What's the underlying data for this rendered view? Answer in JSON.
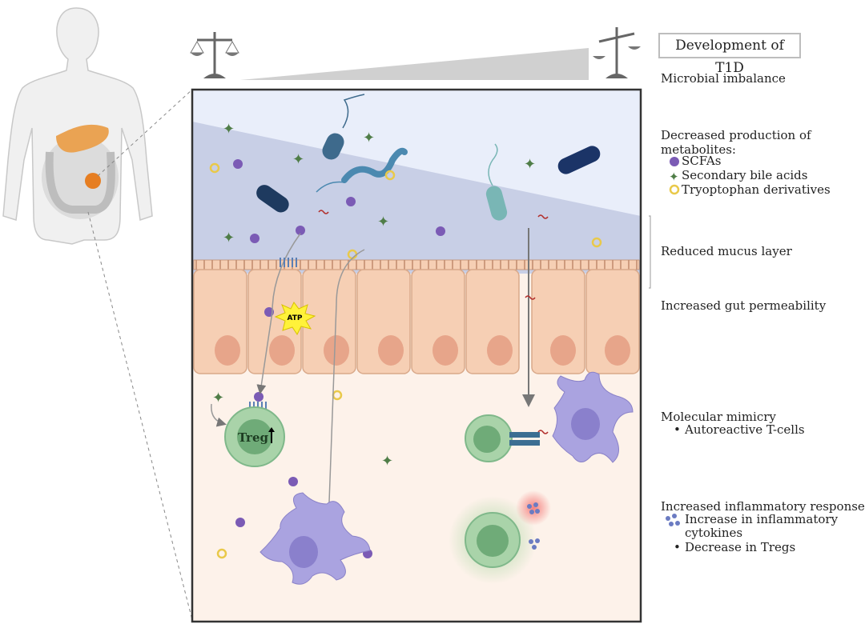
{
  "title": "Development of T1D",
  "labels": {
    "microbial_imbalance": "Microbial imbalance",
    "decreased_production": "Decreased production of metabolites:",
    "scfas": "SCFAs",
    "bile_acids": "Secondary bile acids",
    "tryptophan": "Tryoptophan derivatives",
    "mucus": "Reduced mucus layer",
    "permeability": "Increased gut permeability",
    "mimicry": "Molecular mimicry",
    "autoreactive": "Autoreactive T-cells",
    "inflammatory": "Increased inflammatory response",
    "cytokines": "Increase in inflammatory cytokines",
    "tregs_decrease": "Decrease in Tregs"
  },
  "diagram_text": {
    "atp": "ATP",
    "treg": "Treg"
  },
  "colors": {
    "scfa": "#7b5bb5",
    "bile_acid": "#4f7d47",
    "tryptophan": "#e9c94a",
    "epithelium": "#f6cfb4",
    "treg_cell": "#7fb88a",
    "dendritic_cell": "#aaa3e0"
  }
}
